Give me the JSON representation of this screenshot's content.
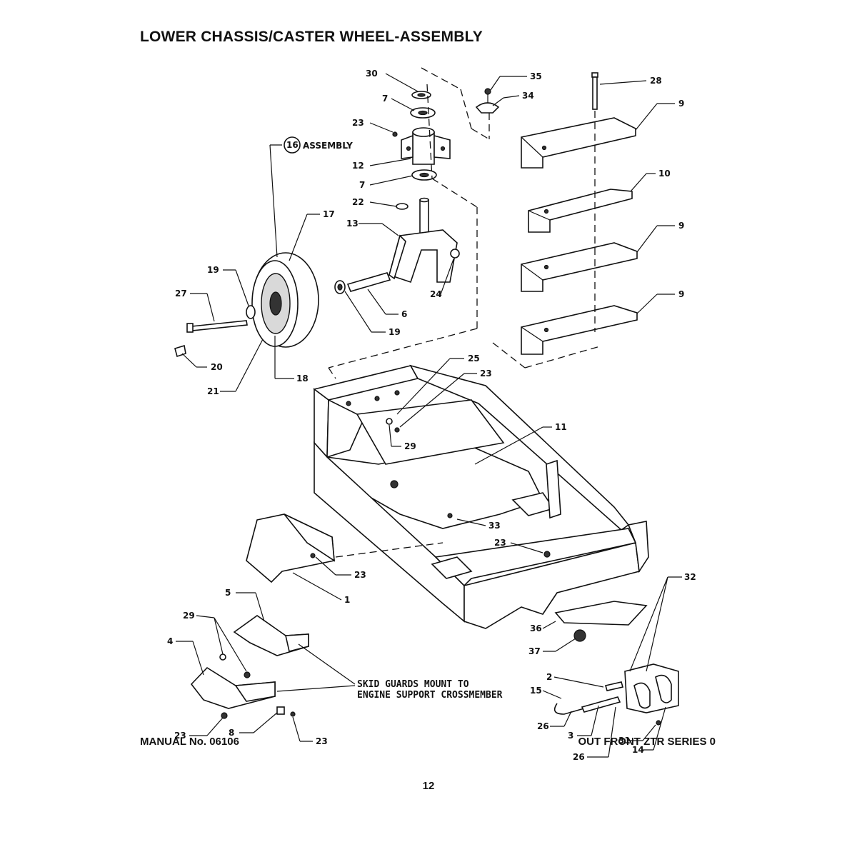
{
  "page": {
    "title": "LOWER CHASSIS/CASTER WHEEL-ASSEMBLY",
    "manual": "MANUAL No. 06106",
    "series": "OUT FRONT ZTR SERIES 0",
    "page_number": "12"
  },
  "callouts": {
    "c30": "30",
    "c7a": "7",
    "c23a": "23",
    "c12": "12",
    "c7b": "7",
    "c22": "22",
    "c13": "13",
    "c35": "35",
    "c34": "34",
    "c28": "28",
    "c9a": "9",
    "c10": "10",
    "c9b": "9",
    "c9c": "9",
    "c16": "16",
    "c16_text": "ASSEMBLY",
    "c17": "17",
    "c19a": "19",
    "c27": "27",
    "c20": "20",
    "c21": "21",
    "c18": "18",
    "c24": "24",
    "c6": "6",
    "c19b": "19",
    "c25": "25",
    "c23b": "23",
    "c29a": "29",
    "c11": "11",
    "c33": "33",
    "c23c": "23",
    "c23d": "23",
    "c1": "1",
    "c5": "5",
    "c29b": "29",
    "c4": "4",
    "c23e": "23",
    "c8": "8",
    "c23f": "23",
    "c32": "32",
    "c36": "36",
    "c37": "37",
    "c2": "2",
    "c15": "15",
    "c26a": "26",
    "c3": "3",
    "c26b": "26",
    "c31": "31",
    "c14": "14"
  },
  "notes": {
    "skid_line1": "SKID GUARDS MOUNT TO",
    "skid_line2": "ENGINE SUPPORT CROSSMEMBER"
  }
}
